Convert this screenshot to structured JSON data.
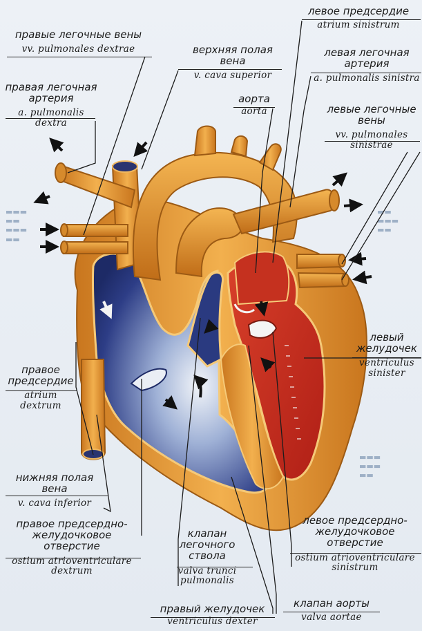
{
  "colors": {
    "muscle": "#e59a33",
    "muscle_dark": "#b06716",
    "arterial_blood": "#c82a1e",
    "venous_blood": "#26367a",
    "venous_blood_light": "#dfe6f0",
    "arrow": "#111111",
    "page_background": "#e9eef4"
  },
  "labels": {
    "right_pulmonary_veins": {
      "ru": "правые легочные вены",
      "la": "vv. pulmonales dextrae"
    },
    "right_pulmonary_artery": {
      "ru": "правая легочная артерия",
      "la": "a. pulmonalis dextra"
    },
    "superior_vena_cava": {
      "ru": "верхняя полая вена",
      "la": "v. cava superior"
    },
    "aorta": {
      "ru": "аорта",
      "la": "aorta"
    },
    "left_atrium": {
      "ru": "левое предсердие",
      "la": "atrium sinistrum"
    },
    "left_pulmonary_artery": {
      "ru": "левая легочная артерия",
      "la": "a. pulmonalis sinistra"
    },
    "left_pulmonary_veins": {
      "ru": "левые легочные вены",
      "la": "vv. pulmonales sinistrae"
    },
    "left_ventricle": {
      "ru": "левый желудочек",
      "la": "ventriculus sinister"
    },
    "right_atrium": {
      "ru": "правое предсердие",
      "la": "atrium dextrum"
    },
    "inferior_vena_cava": {
      "ru": "нижняя полая вена",
      "la": "v. cava inferior"
    },
    "right_av_orifice": {
      "ru": "правое предсердно-желудочковое отверстие",
      "la": "ostium atrioventriculare dextrum"
    },
    "pulmonary_valve": {
      "ru": "клапан легочного ствола",
      "la": "valva trunci pulmonalis"
    },
    "left_av_orifice": {
      "ru": "левое предсердно-желудочковое отверстие",
      "la": "ostium atrioventriculare sinistrum"
    },
    "aortic_valve": {
      "ru": "клапан аорты",
      "la": "valva aortae"
    },
    "right_ventricle": {
      "ru": "правый желудочек",
      "la": "ventriculus dexter"
    }
  }
}
